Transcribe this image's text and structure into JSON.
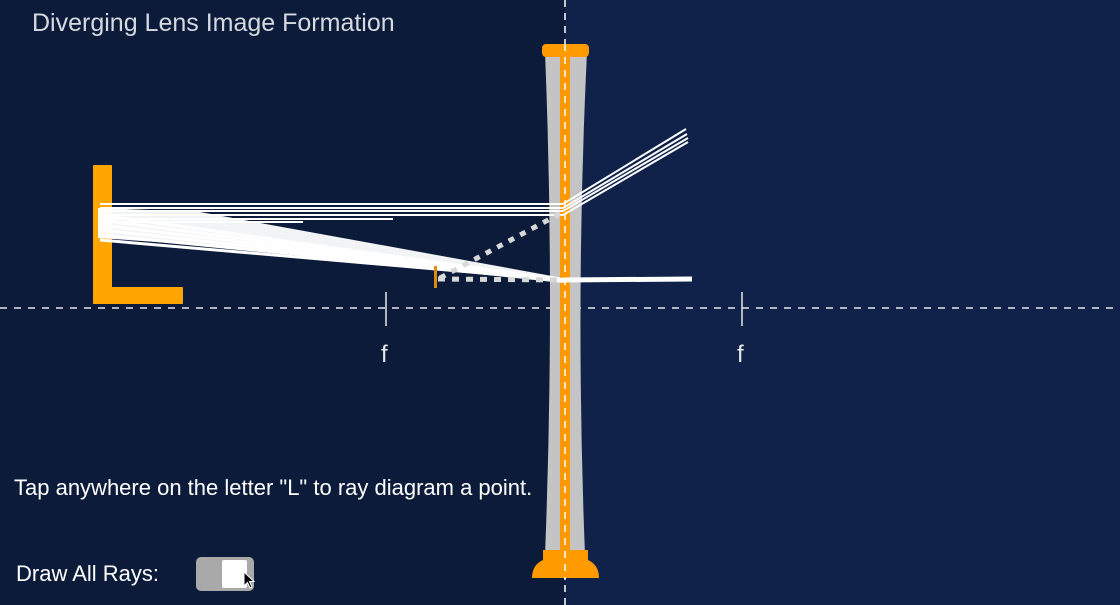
{
  "header": {
    "title": "Diverging Lens Image Formation"
  },
  "diagram": {
    "object_letter": "L",
    "focal_labels": [
      {
        "label": "f",
        "side": "left"
      },
      {
        "label": "f",
        "side": "right"
      }
    ],
    "colors": {
      "background_left": "#0c1b3a",
      "background_right": "#10224a",
      "lens_body": "#c4c4c4",
      "lens_center_line": "#ff9800",
      "lens_caps": "#ff9a00",
      "object": "#ffa500",
      "rays": "#ffffff"
    }
  },
  "instructions": {
    "text": "Tap anywhere on the letter \"L\" to ray diagram a point."
  },
  "controls": {
    "draw_all_rays": {
      "label": "Draw All Rays:",
      "state": "on"
    }
  }
}
